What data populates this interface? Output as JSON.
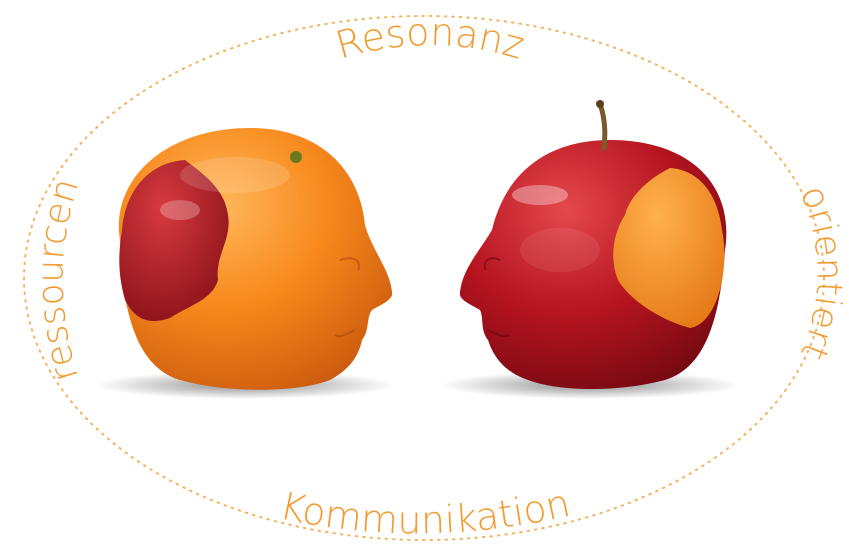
{
  "words": {
    "top": "Resonanz",
    "left": "ressourcen",
    "right": "orientiert",
    "bottom": "Kommunikation"
  },
  "colors": {
    "accent": "#f29a2e",
    "dots": "#f2b35c",
    "orange_skin": "#f58a1f",
    "apple_skin": "#b0131f",
    "stem": "#7a5a2a"
  },
  "image": {
    "left_figure": "orange-head-with-apple-patch",
    "right_figure": "apple-head-with-orange-patch"
  }
}
